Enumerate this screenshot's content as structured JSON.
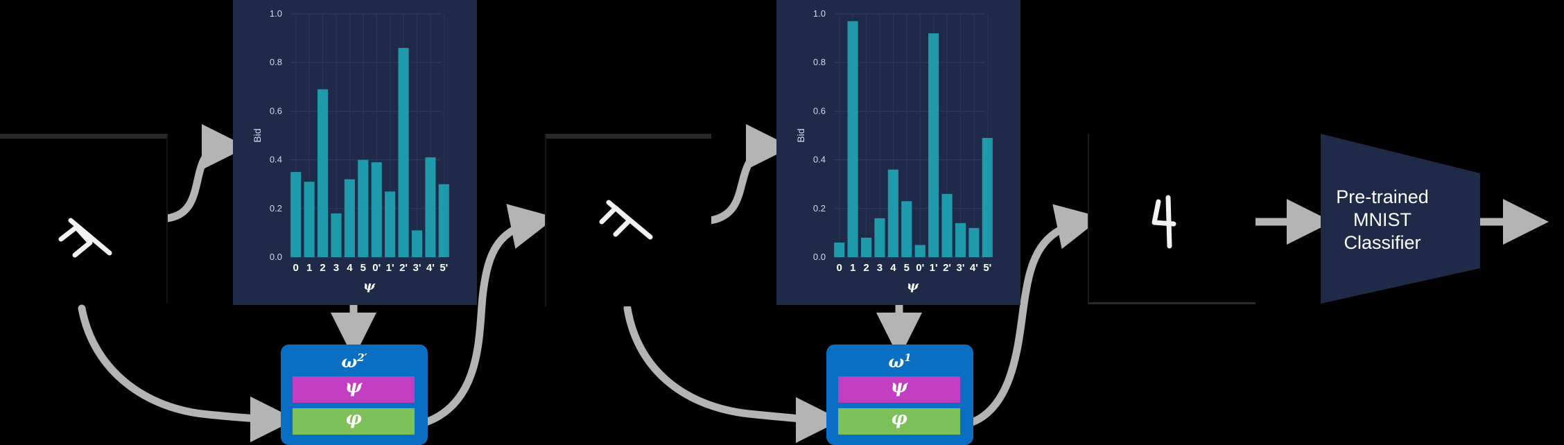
{
  "chart_data": [
    {
      "type": "bar",
      "categories": [
        "0",
        "1",
        "2",
        "3",
        "4",
        "5",
        "0'",
        "1'",
        "2'",
        "3'",
        "4'",
        "5'"
      ],
      "values": [
        0.35,
        0.31,
        0.69,
        0.18,
        0.32,
        0.4,
        0.39,
        0.27,
        0.86,
        0.11,
        0.41,
        0.3
      ],
      "xlabel": "ψ",
      "ylabel": "Bid",
      "ylim": [
        0,
        1.0
      ],
      "yticks": [
        "0.0",
        "0.2",
        "0.4",
        "0.6",
        "0.8",
        "1.0"
      ],
      "grid": true,
      "bar_color": "#1f9aab"
    },
    {
      "type": "bar",
      "categories": [
        "0",
        "1",
        "2",
        "3",
        "4",
        "5",
        "0'",
        "1'",
        "2'",
        "3'",
        "4'",
        "5'"
      ],
      "values": [
        0.06,
        0.97,
        0.08,
        0.16,
        0.36,
        0.23,
        0.05,
        0.92,
        0.26,
        0.14,
        0.12,
        0.49
      ],
      "xlabel": "ψ",
      "ylabel": "Bid",
      "ylim": [
        0,
        1.0
      ],
      "yticks": [
        "0.0",
        "0.2",
        "0.4",
        "0.6",
        "0.8",
        "1.0"
      ],
      "grid": true,
      "bar_color": "#1f9aab"
    }
  ],
  "agents": [
    {
      "omega_base": "ω",
      "omega_sup": "2′",
      "psi_label": "ψ",
      "phi_label": "φ"
    },
    {
      "omega_base": "ω",
      "omega_sup": "1",
      "psi_label": "ψ",
      "phi_label": "φ"
    }
  ],
  "classifier": {
    "label_lines": [
      "Pre-trained",
      "MNIST",
      "Classifier"
    ]
  },
  "images": [
    {
      "name": "input-digit",
      "content": "handwritten 4 rotated"
    },
    {
      "name": "intermediate-digit",
      "content": "handwritten 4 rotated"
    },
    {
      "name": "output-digit",
      "content": "handwritten 4 upright"
    }
  ],
  "colors": {
    "panel_bg": "#1e2a47",
    "bar": "#1f9aab",
    "module_blue": "#0a6fc2",
    "psi_magenta": "#c13ec0",
    "phi_green": "#7ec05a",
    "arrow_gray": "#b4b4b4"
  }
}
